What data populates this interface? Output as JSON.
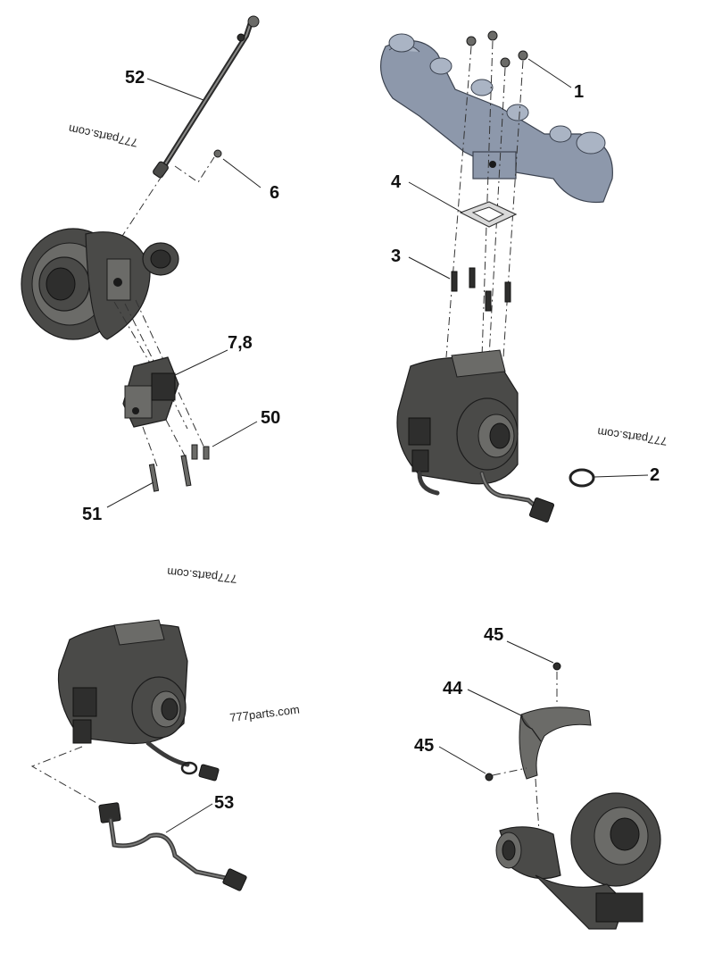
{
  "callouts": {
    "c1": "1",
    "c2": "2",
    "c3": "3",
    "c4": "4",
    "c6": "6",
    "c78": "7,8",
    "c44": "44",
    "c45a": "45",
    "c45b": "45",
    "c50": "50",
    "c51": "51",
    "c52": "52",
    "c53": "53"
  },
  "watermarks": {
    "w1": "777parts.com",
    "w2": "777parts.com",
    "w3": "777parts.com",
    "w4": "777parts.com"
  },
  "colors": {
    "casting": "#4a4a48",
    "manifold": "#8d98ab",
    "ink": "#111111"
  }
}
